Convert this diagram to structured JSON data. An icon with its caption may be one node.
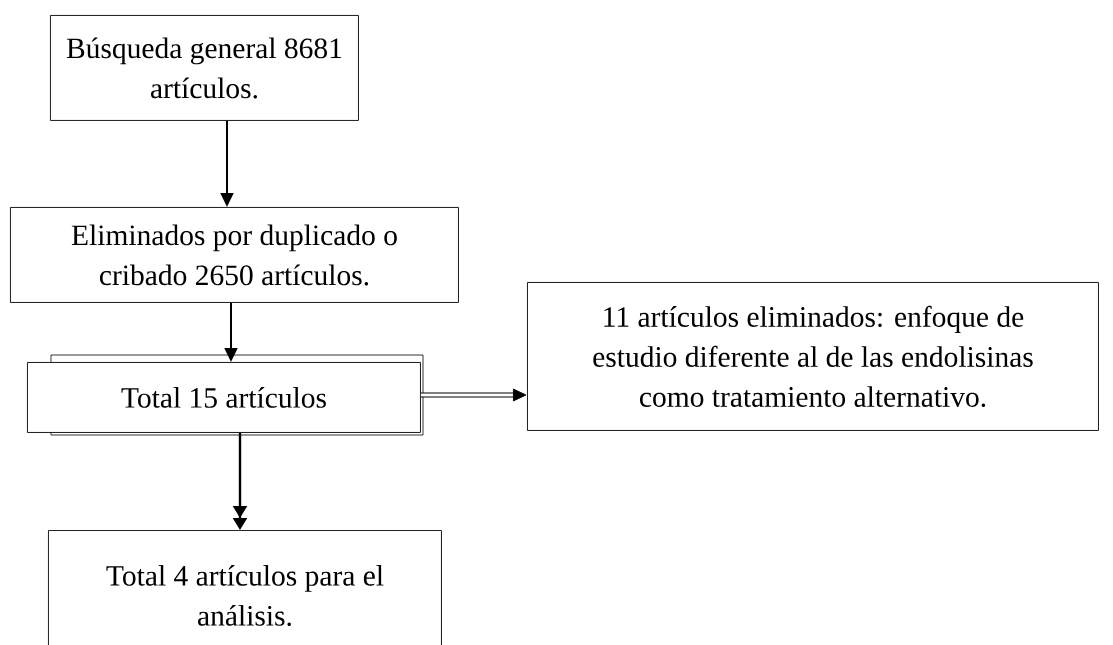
{
  "diagram": {
    "nodes": [
      {
        "text": [
          "Búsqueda general 8681 artículos."
        ]
      },
      {
        "text": [
          "Eliminados por duplicado o cribado 2650 artículos."
        ]
      },
      {
        "text": [
          "Total 15 artículos"
        ]
      },
      {
        "text": [
          "11 artículos eliminados: enfoque de estudio diferente al de las endolisinas como tratamiento alternativo."
        ]
      },
      {
        "text": [
          "Total 4 artículos para el análisis."
        ]
      }
    ],
    "edges": [
      {
        "from": 0,
        "to": 1,
        "arrow": "to"
      },
      {
        "from": 1,
        "to": 2,
        "arrow": "to"
      },
      {
        "from": 2,
        "to": 3,
        "arrow": "to",
        "style": "thick"
      },
      {
        "from": 2,
        "to": 4,
        "arrow": "to"
      }
    ]
  }
}
